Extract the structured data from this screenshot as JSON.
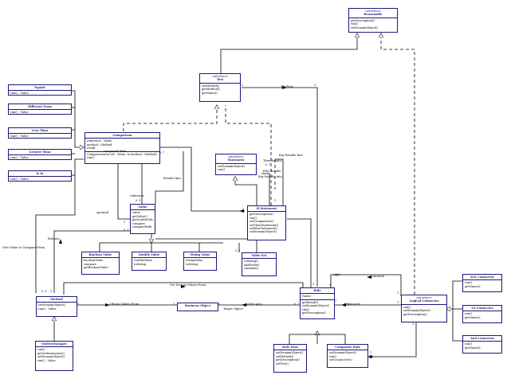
{
  "classes": {
    "reasonable": {
      "stereotype": "«interface»",
      "name": "Reasonable",
      "ops": [
        "getDescription()",
        "run()",
        "setDomainObject()"
      ]
    },
    "test": {
      "stereotype": "«interface»",
      "name": "Test",
      "ops": [
        "setMethod()",
        "getMethod()",
        "getName()"
      ]
    },
    "comparison": {
      "name": "Comparison",
      "attrs": [
        "reference : Value",
        "method : Method",
        "result"
      ],
      "ops": [
        "Comparison(int ref : Value, in method : Method)",
        "run()"
      ]
    },
    "statement": {
      "stereotype": "«interface»",
      "name": "Statement",
      "ops": [
        "setDomainObject()",
        "run()"
      ]
    },
    "ifstatement": {
      "name": "If Statement",
      "ops": [
        "getDescription()",
        "run()",
        "setComparison()",
        "setThenStatement()",
        "setElseStatement()",
        "setDomainObject()"
      ]
    },
    "value": {
      "name": "Value",
      "ops": [
        "value",
        "getValue()",
        "getDoubleValue()",
        "compare",
        "compareWith"
      ]
    },
    "booleanvalue": {
      "name": "Boolean Value",
      "ops": [
        "booleanValue",
        "compare",
        "getBooleanValue"
      ]
    },
    "doublevalue": {
      "name": "Double Value",
      "ops": [
        "DoubleValue",
        "toString"
      ]
    },
    "stringvalue": {
      "name": "String Value",
      "ops": [
        "StringValue",
        "toString"
      ]
    },
    "valueset": {
      "name": "Value Set",
      "ops": [
        "toString()",
        "add(Value)",
        "contains()"
      ]
    },
    "equals": {
      "name": "Equals",
      "ops": [
        "run() : Value"
      ]
    },
    "differentfrom": {
      "name": "Different From",
      "ops": [
        "run() : Value"
      ]
    },
    "lessthan": {
      "name": "Less Than",
      "ops": [
        "run() : Value"
      ]
    },
    "greaterthan": {
      "name": "Greater Than",
      "ops": [
        "run() : Value"
      ]
    },
    "isin": {
      "name": "Is In",
      "ops": [
        "run() : Value"
      ]
    },
    "method": {
      "name": "Method",
      "ops": [
        "setDomainObject()",
        "run() : Value"
      ]
    },
    "ordersmanager": {
      "name": "OrdersManager",
      "ops": [
        "run()",
        "getOrderAmount()",
        "setDomainObject()",
        "run() : Value"
      ]
    },
    "businessobject": {
      "name": "Business Object"
    },
    "rule": {
      "name": "Rule",
      "attrs": [
        "Name"
      ],
      "ops": [
        "getResult()",
        "setDomainObject()",
        "run()",
        "getDescription()"
      ]
    },
    "rulebase": {
      "name": "Rule Item",
      "ops": [
        "setDomainObject()",
        "setMethod()",
        "getDescription()",
        "setTest()"
      ]
    },
    "compositerule": {
      "name": "Composite Rule",
      "ops": [
        "setDomainObject()",
        "run()",
        "setConnective()"
      ]
    },
    "logicalconnector": {
      "stereotype": "«interface»",
      "name": "Logical Connector",
      "ops": [
        "run()",
        "setDomainObject()",
        "getDescription()"
      ]
    },
    "xorconnector": {
      "name": "XOr Connector",
      "ops": [
        "run()",
        "getName()"
      ]
    },
    "orconnector": {
      "name": "Or Connector",
      "ops": [
        "run()",
        "getName()"
      ]
    },
    "andconnector": {
      "name": "And Connector",
      "ops": [
        "run()",
        "getName()"
      ]
    }
  },
  "labels": {
    "tests": "TheTests",
    "compared_with": "compared With",
    "results_into": "Results Into",
    "reference": "reference",
    "operand": "operand",
    "then_results": "Then Results",
    "else_results": "Else Results",
    "key_results_into": "Key Results Into",
    "key_results_into2": "Key Results Into",
    "gets_value_to_compare_from": "Gets Value to Compare From",
    "returns": "Returns",
    "get_domain_values_from": "Get Domain Values From",
    "obtain_values_from": "Obtain Values From",
    "target_object": "Target Object",
    "acted_upon": "Acted upon",
    "right": "right",
    "left": "left",
    "connects": "connects",
    "connects2": "connects"
  },
  "multiplicities": {
    "m1": "1",
    "m2": "0..*",
    "m3": "0..1",
    "m4": "1",
    "m5": "0..1",
    "m6": "1",
    "m7": "0..*",
    "m8": "1",
    "m9": "0..1",
    "m10": "1",
    "m11": "0..1",
    "m12": "1",
    "m13": "1",
    "m14": "1",
    "m15": "0..*",
    "m16": "1",
    "m17": "1",
    "m18": "1",
    "m19": "1",
    "m20": "1",
    "m21": "1",
    "m22": "1",
    "m23": "1"
  }
}
